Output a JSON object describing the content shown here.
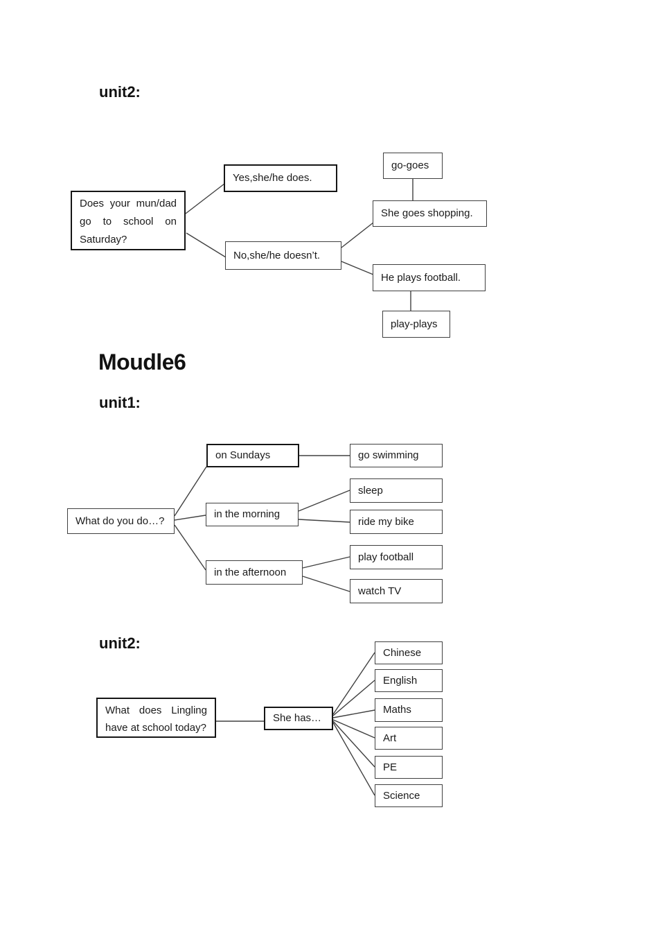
{
  "headings": {
    "section_unit2_top": "unit2:",
    "module_title": "Moudle6",
    "section_unit1": "unit1:",
    "section_unit2_bottom": "unit2:"
  },
  "diagram_saturday": {
    "question_lines": [
      "Does your mun/dad",
      "go to school on",
      "Saturday?"
    ],
    "answer_yes": "Yes,she/he does.",
    "answer_no": "No,she/he doesn’t.",
    "verb_go": "go-goes",
    "example_she": "She goes shopping.",
    "example_he": "He plays football.",
    "verb_play": "play-plays"
  },
  "diagram_daily": {
    "question": "What do you do…?",
    "time_sundays": "on Sundays",
    "time_morning": "in the morning",
    "time_afternoon": "in the afternoon",
    "activity_swimming": "go swimming",
    "activity_sleep": "sleep",
    "activity_bike": "ride my bike",
    "activity_football": "play football",
    "activity_tv": "watch TV"
  },
  "diagram_subjects": {
    "question_lines": [
      "What does Lingling",
      "have at school today?"
    ],
    "answer": "She has…",
    "subjects": [
      "Chinese",
      "English",
      "Maths",
      "Art",
      "PE",
      "Science"
    ]
  },
  "colors": {
    "connector": "#404040",
    "border_thin": "#3f3f3f",
    "border_thick": "#151515",
    "text": "#1a1a1a",
    "background": "#ffffff"
  }
}
